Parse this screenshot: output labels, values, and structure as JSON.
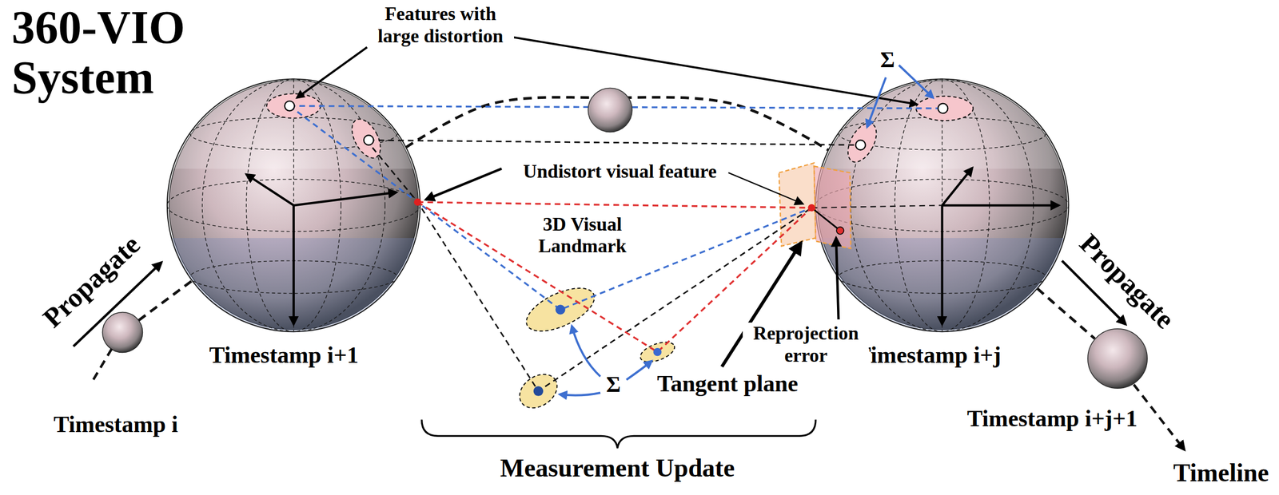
{
  "diagram": {
    "title": "360-VIO System",
    "nodes": [
      {
        "text": [
          "Timestamp i"
        ]
      },
      {
        "text": [
          "Timestamp i+1"
        ]
      },
      {
        "text": [
          "Timestamp i+j"
        ]
      },
      {
        "text": [
          "Timestamp i+j+1"
        ]
      }
    ],
    "edges": [
      {
        "from": 0,
        "to": 1,
        "arrow": "none"
      },
      {
        "from": 1,
        "to": 2,
        "arrow": "none"
      },
      {
        "from": 2,
        "to": 3,
        "arrow": "none"
      }
    ],
    "labels": [
      "Features with large distortion",
      "Σ",
      "Undistort visual feature",
      "3D Visual Landmark",
      "Σ",
      "Tangent plane",
      "Reprojection error",
      "Propagate",
      "Propagate",
      "Measurement Update",
      "Timeline"
    ]
  }
}
